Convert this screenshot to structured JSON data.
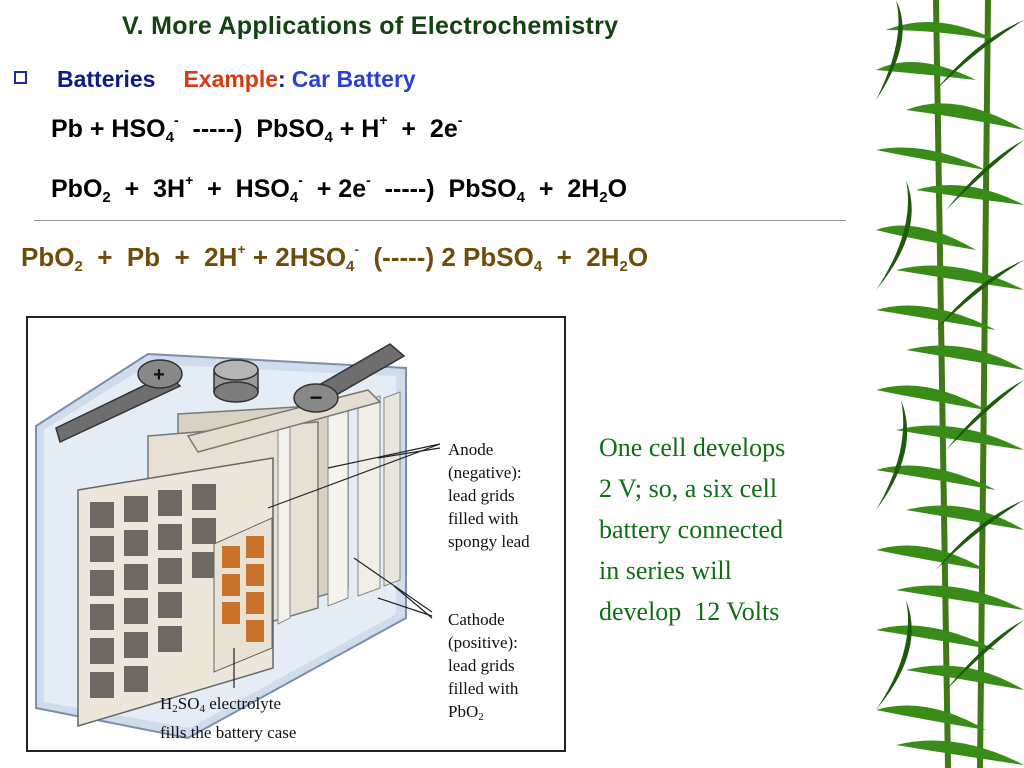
{
  "slide": {
    "title": "V.  More Applications of Electrochemistry",
    "bullet": {
      "label": "Batteries",
      "example_word": "Example",
      "colon": ":",
      "example_value": "Car Battery"
    }
  },
  "equations": {
    "eq1": {
      "a": "Pb + HSO",
      "a_sub": "4",
      "a_sup": "-",
      "b": "  -----)  PbSO",
      "b_sub": "4",
      "c": " + H",
      "c_sup": "+",
      "d": "  +  2e",
      "d_sup": "-"
    },
    "eq2": {
      "a": "PbO",
      "a_sub": "2",
      "b": "  +  3H",
      "b_sup": "+",
      "c": "  +  HSO",
      "c_sub": "4",
      "c_sup": "-",
      "d": "  + 2e",
      "d_sup": "-",
      "e": "  -----)  PbSO",
      "e_sub": "4",
      "f": "  +  2H",
      "f_sub": "2",
      "g": "O"
    },
    "overall": {
      "a": "PbO",
      "a_sub": "2",
      "b": "  +  Pb  +  2H",
      "b_sup": "+",
      "c": " + 2HSO",
      "c_sub": "4",
      "c_sup": "-",
      "d": "  (-----) 2 PbSO",
      "d_sub": "4",
      "e": "  +  2H",
      "e_sub": "2",
      "f": "O"
    }
  },
  "figure": {
    "terminal_positive": "+",
    "terminal_negative": "−",
    "anode_label": "Anode\n(negative):\nlead grids\nfilled with\nspongy lead",
    "cathode_label_main": "Cathode\n(positive):\nlead grids\nfilled with\nPbO",
    "cathode_label_sub": "2",
    "electrolyte_a": "H",
    "electrolyte_a_sub": "2",
    "electrolyte_b": "SO",
    "electrolyte_b_sub": "4",
    "electrolyte_c": " electrolyte",
    "electrolyte_line2": "fills the battery case"
  },
  "note": "One cell develops\n2 V; so, a six cell\nbattery connected\nin series will\ndevelop  12 Volts",
  "colors": {
    "title": "#124310",
    "bullet_blue": "#0d1a8c",
    "example_orange": "#d63a12",
    "car_battery_blue": "#2b3fd6",
    "overall_eq": "#6e4d0a",
    "note_green": "#0f6e14"
  }
}
